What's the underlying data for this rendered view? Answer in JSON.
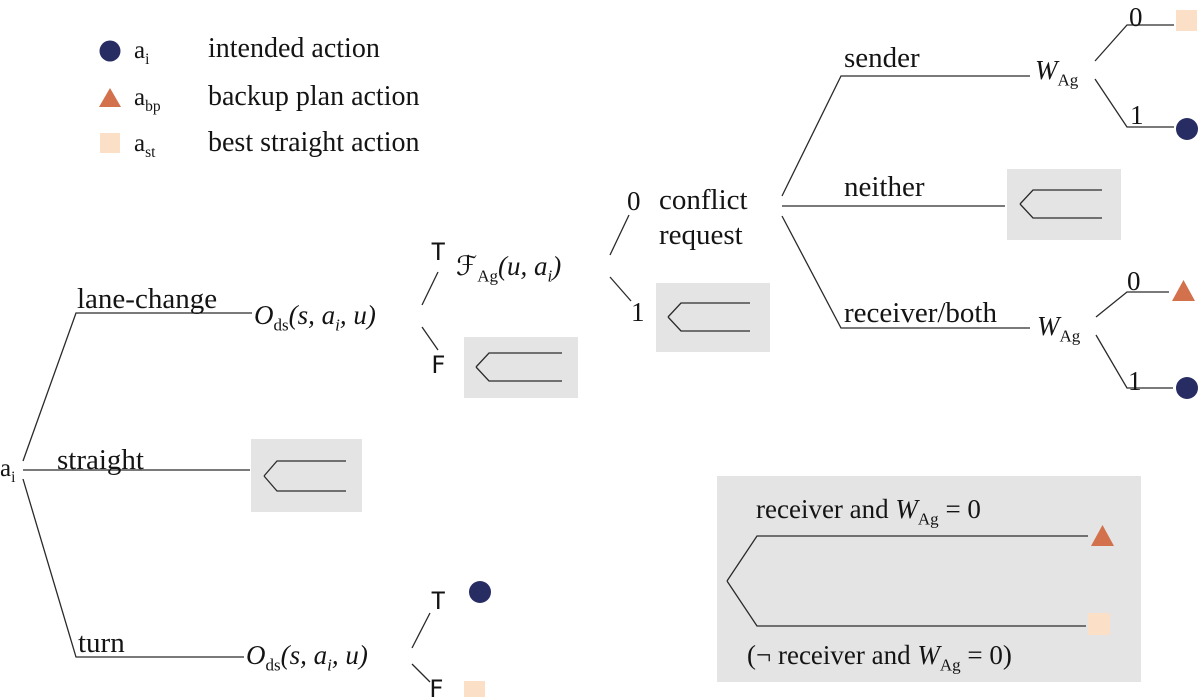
{
  "colors": {
    "intended": "#272c63",
    "backup": "#d2714b",
    "best_straight": "#fbdfc7",
    "box_bg": "#e4e4e4"
  },
  "legend": {
    "intended": {
      "sym": "a",
      "sub": "i",
      "desc": "intended action"
    },
    "backup": {
      "sym": "a",
      "sub": "bp",
      "desc": "backup plan action"
    },
    "best_straight": {
      "sym": "a",
      "sub": "st",
      "desc": "best straight action"
    }
  },
  "root": {
    "base": "a",
    "sub": "i"
  },
  "branches": {
    "lane_change": "lane-change",
    "straight": "straight",
    "turn": "turn"
  },
  "nodes": {
    "ods": {
      "base": "O",
      "sub": "ds",
      "args1": "(s, a",
      "argsub": "i",
      "args2": ", u)"
    },
    "fag": {
      "base": "ℱ",
      "sub": "Ag",
      "args1": "(u, a",
      "argsub": "i",
      "args2": ")"
    },
    "wag": {
      "base": "W",
      "sub": "Ag"
    }
  },
  "edge_labels": {
    "t": "T",
    "f": "F",
    "zero": "0",
    "one": "1"
  },
  "conflict": {
    "line1": "conflict",
    "line2": "request"
  },
  "outcomes": {
    "sender": "sender",
    "neither": "neither",
    "receiver_both": "receiver/both"
  },
  "box": {
    "top": {
      "pre": "receiver and ",
      "wbase": "W",
      "wsub": "Ag",
      "post": " = 0"
    },
    "bottom": {
      "pre": "(¬ receiver and ",
      "wbase": "W",
      "wsub": "Ag",
      "post": " = 0)"
    }
  }
}
